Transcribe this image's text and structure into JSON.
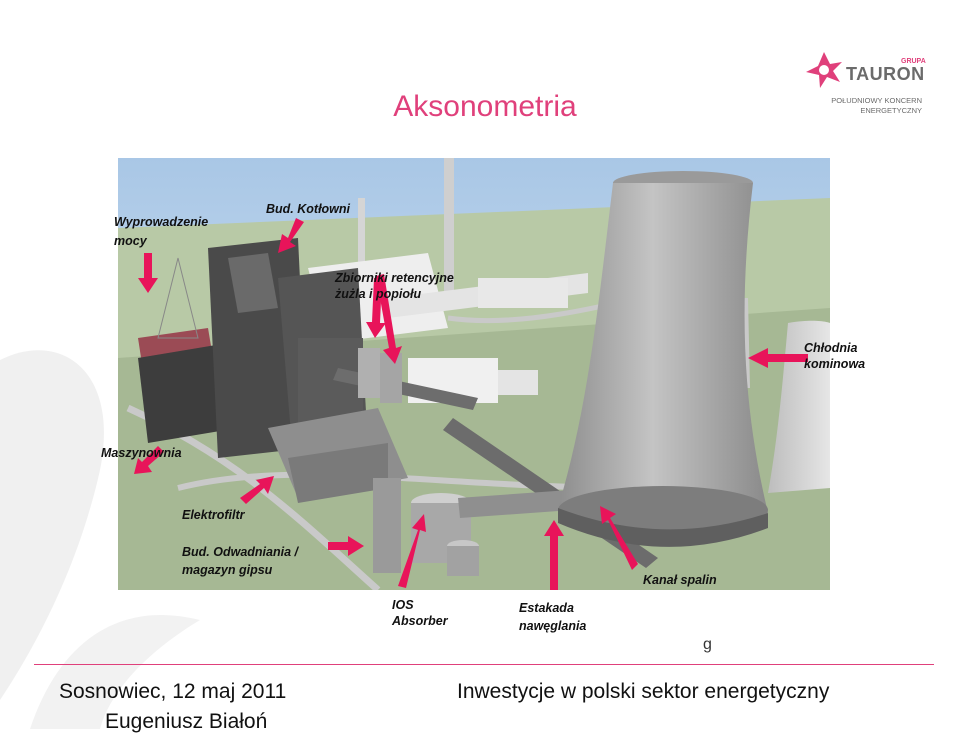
{
  "slide": {
    "title": "Aksonometria",
    "footer_left": "Sosnowiec, 12 maj 2011",
    "footer_left_cut": "Eugeniusz  Białoń",
    "footer_right": "Inwestycje w polski sektor energetyczny",
    "stray_char": "g"
  },
  "logo": {
    "grupa": "GRUPA",
    "brand": "TAURON",
    "line1": "POŁUDNIOWY KONCERN",
    "line2": "ENERGETYCZNY",
    "brand_color": "#e0407b"
  },
  "labels": {
    "wyprowadzenie": "Wyprowadzenie",
    "wyprowadzenie_2": "mocy",
    "kotlownia": "Bud. Kotłowni",
    "zbiorniki": "Zbiorniki retencyjne",
    "zbiorniki_2": "żużla i popiołu",
    "chlodnia": "Chłodnia",
    "chlodnia_2": "kominowa",
    "maszynownia": "Maszynownia",
    "elektrofiltr": "Elektrofiltr",
    "odwadniania": "Bud. Odwadniania /",
    "odwadniania_2": "magazyn gipsu",
    "ios": "IOS",
    "ios_2": "Absorber",
    "estakada": "Estakada",
    "estakada_2": "nawęglania",
    "kanal": "Kanał spalin"
  },
  "colors": {
    "accent": "#e0407b",
    "arrow": "#e8145a"
  }
}
